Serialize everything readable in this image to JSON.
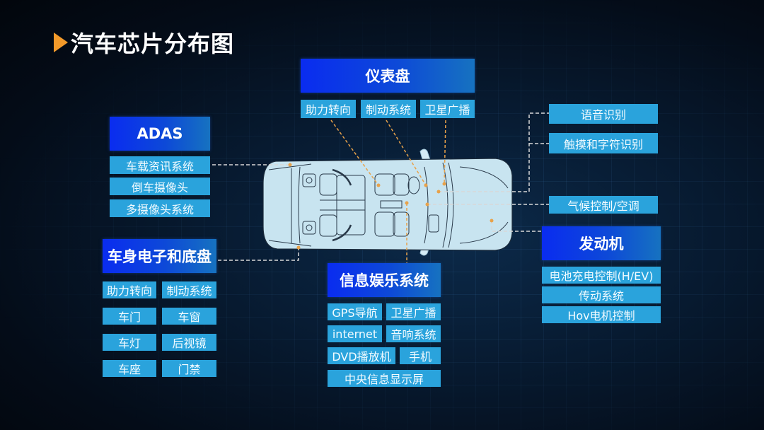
{
  "title": "汽车芯片分布图",
  "colors": {
    "accent_triangle": "#f39a2a",
    "header_block": "#0a2cf0",
    "chip_block": "#2aa3dc",
    "connector": "#e8a24a",
    "car_body": "#c8e4f0"
  },
  "groups": {
    "dashboard": {
      "title": "仪表盘",
      "items": [
        "助力转向",
        "制动系统",
        "卫星广播"
      ]
    },
    "adas": {
      "title": "ADAS",
      "items": [
        "车载资讯系统",
        "倒车摄像头",
        "多摄像头系统"
      ]
    },
    "body_chassis": {
      "title": "车身电子和底盘",
      "items": [
        "助力转向",
        "制动系统",
        "车门",
        "车窗",
        "车灯",
        "后视镜",
        "车座",
        "门禁"
      ]
    },
    "infotainment": {
      "title": "信息娱乐系统",
      "items": [
        "GPS导航",
        "卫星广播",
        "internet",
        "音响系统",
        "DVD播放机",
        "手机",
        "中央信息显示屏"
      ]
    },
    "hmi": {
      "items": [
        "语音识别",
        "触摸和字符识别",
        "气候控制/空调"
      ]
    },
    "engine": {
      "title": "发动机",
      "items": [
        "电池充电控制(H/EV)",
        "传动系统",
        "Hov电机控制"
      ]
    }
  }
}
